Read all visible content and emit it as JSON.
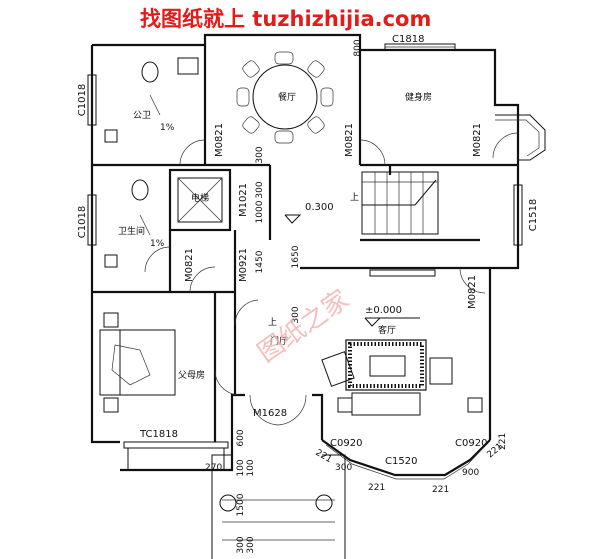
{
  "banner": "找图纸就上 tuzhizhijia.com",
  "watermark": "图纸之家",
  "rooms": {
    "dining": "餐厅",
    "gym": "健身房",
    "public_wc": "公卫",
    "bathroom": "卫生间",
    "elevator": "电梯",
    "parents_room": "父母房",
    "living": "客厅",
    "entry": "门厅"
  },
  "levels": {
    "upper": "0.300",
    "main": "±0.000"
  },
  "labels": {
    "up_stair": "上",
    "up_entry": "上"
  },
  "slopes": {
    "public_wc": "1%",
    "bathroom": "1%"
  },
  "codes": {
    "c1818_top": "C1818",
    "c1018_top": "C1018",
    "c1018_mid": "C1018",
    "c1518": "C1518",
    "m0821_a": "M0821",
    "m0821_b": "M0821",
    "m0821_c": "M0821",
    "m0821_d": "M0821",
    "m0821_e": "M0821",
    "m1021": "M1021",
    "m0921": "M0921",
    "m1628": "M1628",
    "tc1818": "TC1818",
    "c0920_a": "C0920",
    "c0920_b": "C0920",
    "c1520": "C1520"
  },
  "dims": {
    "d800": "800",
    "d300_a": "300",
    "d300_b": "300",
    "d1000": "1000",
    "d1450": "1450",
    "d1650": "1650",
    "d300_c": "300",
    "d600": "600",
    "d100": "100",
    "d270": "270",
    "d1500": "1500",
    "d300_d": "300",
    "d100_b": "100",
    "d300_e": "300",
    "d221_a": "221",
    "d300_f": "300",
    "d221_b": "221",
    "d221_c": "221",
    "d900": "900",
    "d221_d": "221",
    "d221_e": "221"
  }
}
